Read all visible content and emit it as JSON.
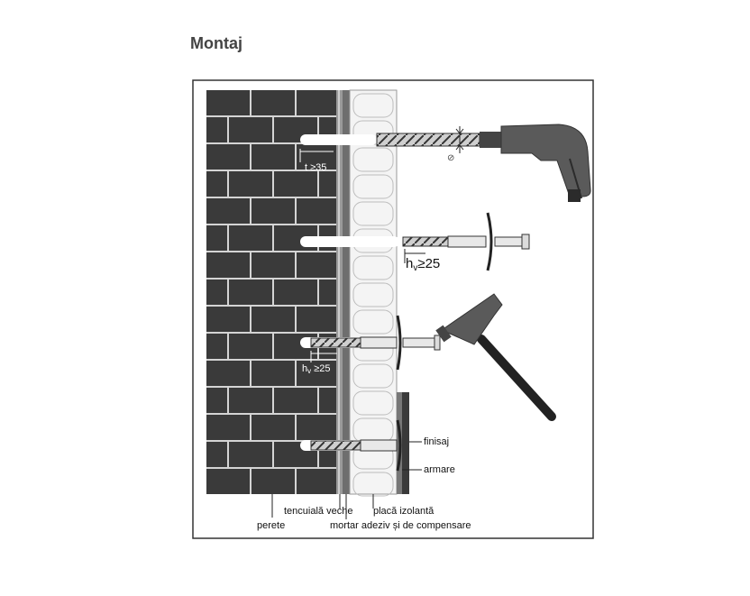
{
  "header": {
    "title": "Montaj"
  },
  "figure": {
    "dimensions": {
      "drill_depth": "t ≥35",
      "anchor_depth_1_prefix": "h",
      "anchor_depth_1_sub": "v",
      "anchor_depth_1_value": "≥25",
      "anchor_depth_2_prefix": "h",
      "anchor_depth_2_sub": "v",
      "anchor_depth_2_value": " ≥25"
    },
    "labels": {
      "finisaj": "finisaj",
      "armare": "armare",
      "old_plaster": "tencuială veche",
      "insulation_board": "placă izolantă",
      "wall": "perete",
      "adhesive_mortar": "mortar adeziv și de compensare"
    },
    "colors": {
      "brick": "#3a3a3a",
      "mortar_joint": "#d4d4d4",
      "insulation": "#f4f4f4",
      "tools": "#5a5a5a",
      "hammer_handle": "#222222"
    }
  }
}
